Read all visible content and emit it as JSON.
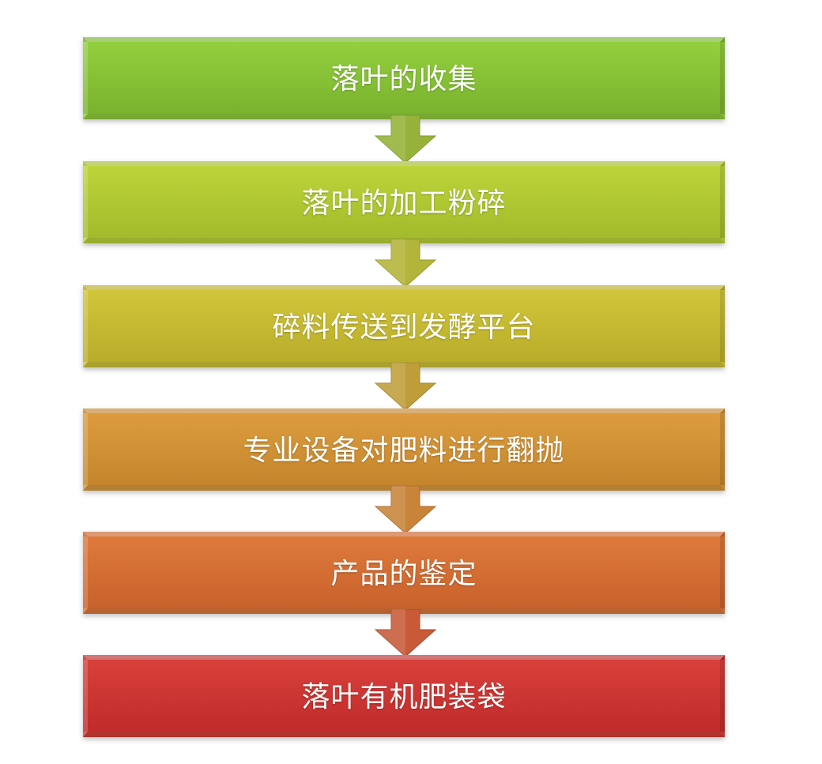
{
  "steps": [
    {
      "label": "落叶的收集",
      "color": "#84c035"
    },
    {
      "label": "落叶的加工粉碎",
      "color": "#b0c832"
    },
    {
      "label": "碎料传送到发酵平台",
      "color": "#c8bb33"
    },
    {
      "label": "专业设备对肥料进行翻抛",
      "color": "#d19035"
    },
    {
      "label": "产品的鉴定",
      "color": "#d46e34"
    },
    {
      "label": "落叶有机肥装袋",
      "color": "#cc3633"
    }
  ],
  "connectors": [
    {
      "color": "#96b23a"
    },
    {
      "color": "#b3b43a"
    },
    {
      "color": "#bf9e3a"
    },
    {
      "color": "#c9843a"
    },
    {
      "color": "#c85a38"
    }
  ]
}
